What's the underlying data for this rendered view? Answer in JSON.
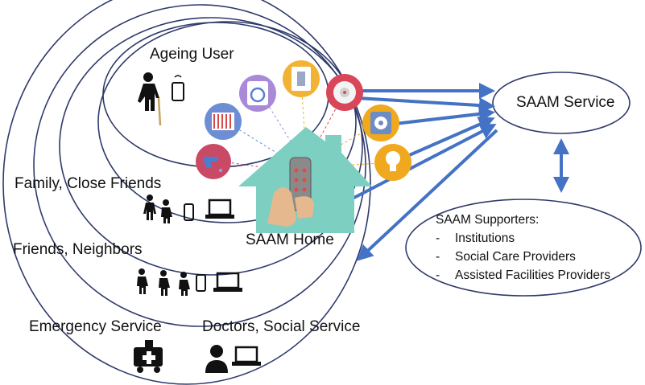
{
  "labels": {
    "ageing_user": "Ageing User",
    "family": "Family, Close Friends",
    "friends": "Friends, Neighbors",
    "emergency": "Emergency Service",
    "doctors": "Doctors, Social Service",
    "home": "SAAM Home",
    "service": "SAAM Service"
  },
  "supporters": {
    "title": "SAAM Supporters:",
    "items": [
      "Institutions",
      "Social Care Providers",
      "Assisted Facilities Providers"
    ]
  },
  "colors": {
    "arrow": "#4472c4",
    "ellipse": "#2f3a6b",
    "house": "#7dcfc2",
    "device_circles": [
      "#c94a66",
      "#6d8ed4",
      "#a98ad8",
      "#f2b233",
      "#d9465a",
      "#f0a81e",
      "#f0a81e"
    ]
  },
  "icons": [
    "elderly-person-icon",
    "phone-icon",
    "laptop-icon",
    "person-icon",
    "ambulance-icon",
    "doctor-icon",
    "remote-control-icon",
    "washing-machine-icon",
    "radiator-icon",
    "water-tap-icon",
    "light-switch-icon",
    "smoke-detector-icon",
    "safe-icon",
    "lightbulb-icon"
  ]
}
